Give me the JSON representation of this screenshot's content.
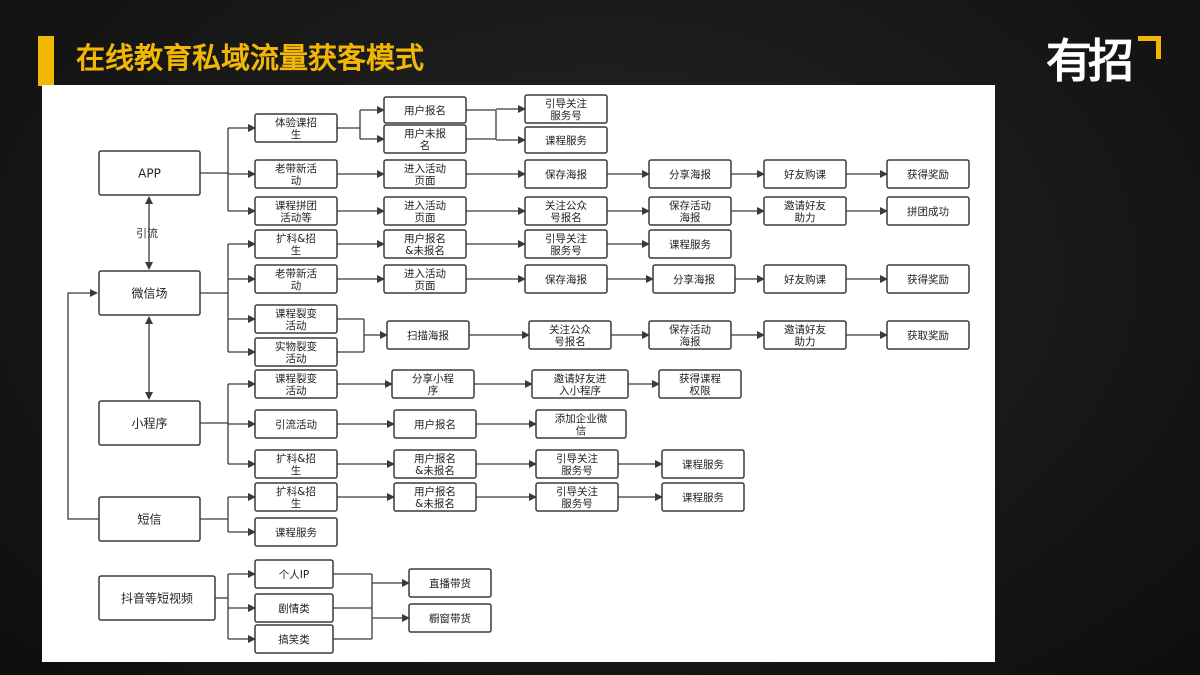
{
  "header": {
    "title": "在线教育私域流量获客模式",
    "logo": "有招",
    "accent_color": "#f2b705"
  },
  "diagram": {
    "edge_label_yinliu": "引流",
    "nodes": {
      "app": "APP",
      "wechat": "微信场",
      "mini": "小程序",
      "sms": "短信",
      "douyin": "抖音等短视频",
      "a1": "体验课招\n生",
      "a1_reg": "用户报名",
      "a1_unreg": "用户未报\n名",
      "a1_guide": "引导关注\n服务号",
      "a1_service": "课程服务",
      "a2": "老带新活\n动",
      "a2_enter": "进入活动\n页面",
      "a2_save": "保存海报",
      "a2_share": "分享海报",
      "a2_buy": "好友购课",
      "a2_reward": "获得奖励",
      "a3": "课程拼团\n活动等",
      "a3_enter": "进入活动\n页面",
      "a3_follow": "关注公众\n号报名",
      "a3_save": "保存活动\n海报",
      "a3_invite": "邀请好友\n助力",
      "a3_success": "拼团成功",
      "w1": "扩科&招\n生",
      "w1_reg": "用户报名\n&未报名",
      "w1_guide": "引导关注\n服务号",
      "w1_service": "课程服务",
      "w2": "老带新活\n动",
      "w2_enter": "进入活动\n页面",
      "w2_save": "保存海报",
      "w2_share": "分享海报",
      "w2_buy": "好友购课",
      "w2_reward": "获得奖励",
      "w3": "课程裂变\n活动",
      "w4": "实物裂变\n活动",
      "w34_scan": "扫描海报",
      "w34_follow": "关注公众\n号报名",
      "w34_save": "保存活动\n海报",
      "w34_invite": "邀请好友\n助力",
      "w34_reward": "获取奖励",
      "m1": "课程裂变\n活动",
      "m1_share": "分享小程\n序",
      "m1_invite": "邀请好友进\n入小程序",
      "m1_perm": "获得课程\n权限",
      "m2": "引流活动",
      "m2_reg": "用户报名",
      "m2_wecom": "添加企业微\n信",
      "m3": "扩科&招\n生",
      "m3_reg": "用户报名\n&未报名",
      "m3_guide": "引导关注\n服务号",
      "m3_service": "课程服务",
      "s1": "扩科&招\n生",
      "s1_reg": "用户报名\n&未报名",
      "s1_guide": "引导关注\n服务号",
      "s1_service": "课程服务",
      "s2": "课程服务",
      "d1": "个人IP",
      "d2": "剧情类",
      "d3": "搞笑类",
      "d_live": "直播带货",
      "d_window": "橱窗带货"
    }
  }
}
